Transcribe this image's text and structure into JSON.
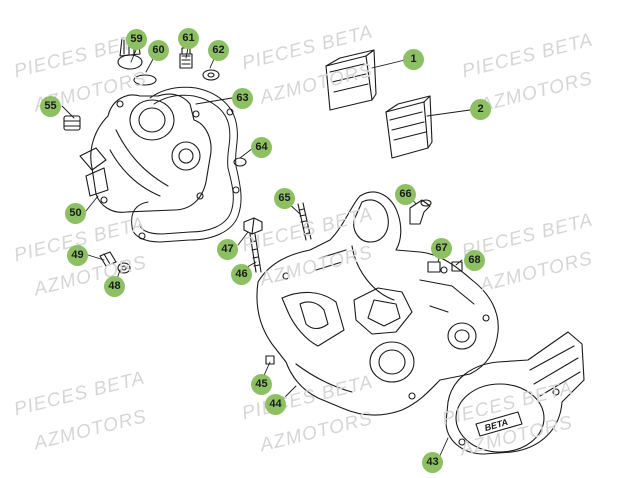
{
  "watermarks": [
    {
      "text": "PIECES BETA"
    },
    {
      "text": "AZMOTORS"
    },
    {
      "text": "PIECES BETA"
    },
    {
      "text": "AZMOTORS"
    },
    {
      "text": "PIECES BETA"
    },
    {
      "text": "AZMOTORS"
    },
    {
      "text": "PIECES BETA"
    },
    {
      "text": "AZMOTORS"
    },
    {
      "text": "PIECES BETA"
    },
    {
      "text": "AZMOTORS"
    },
    {
      "text": "PIECES BETA"
    },
    {
      "text": "AZMOTORS"
    },
    {
      "text": "PIECES BETA"
    },
    {
      "text": "AZMOTORS"
    },
    {
      "text": "PIECES BETA"
    },
    {
      "text": "AZMOTORS"
    },
    {
      "text": "PIECES BETA"
    },
    {
      "text": "AZMOTORS"
    }
  ],
  "callouts": [
    "59",
    "60",
    "61",
    "62",
    "55",
    "63",
    "1",
    "2",
    "64",
    "50",
    "65",
    "66",
    "47",
    "67",
    "49",
    "68",
    "46",
    "48",
    "45",
    "44",
    "43"
  ],
  "cover_logo": "BETA",
  "callout_color": "#8cc063"
}
